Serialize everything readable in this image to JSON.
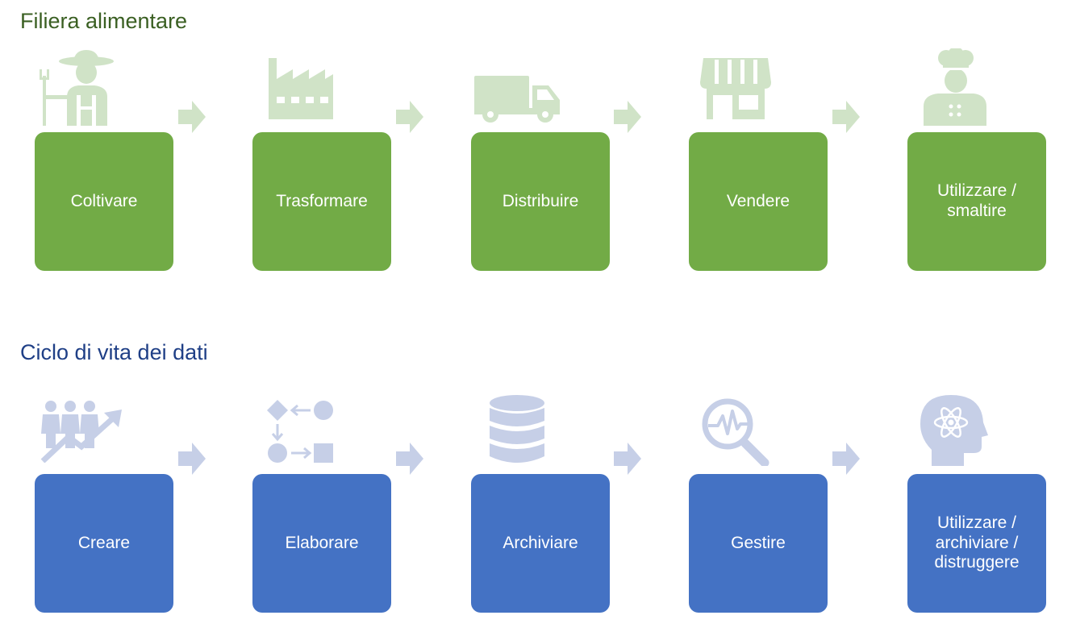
{
  "food_chain": {
    "title": "Filiera alimentare",
    "color": "#72ab46",
    "icon_color": "#d0e3c7",
    "stages": [
      {
        "label": "Coltivare",
        "icon": "farmer-icon"
      },
      {
        "label": "Trasformare",
        "icon": "factory-icon"
      },
      {
        "label": "Distribuire",
        "icon": "truck-icon"
      },
      {
        "label": "Vendere",
        "icon": "shop-icon"
      },
      {
        "label": "Utilizzare / smaltire",
        "icon": "chef-icon"
      }
    ]
  },
  "data_lifecycle": {
    "title": "Ciclo di vita dei dati",
    "color": "#4472c4",
    "icon_color": "#c6cfe7",
    "stages": [
      {
        "label": "Creare",
        "icon": "people-growth-icon"
      },
      {
        "label": "Elaborare",
        "icon": "process-flow-icon"
      },
      {
        "label": "Archiviare",
        "icon": "database-icon"
      },
      {
        "label": "Gestire",
        "icon": "magnifier-pulse-icon"
      },
      {
        "label": "Utilizzare / archiviare / distruggere",
        "icon": "brain-atom-icon"
      }
    ]
  }
}
